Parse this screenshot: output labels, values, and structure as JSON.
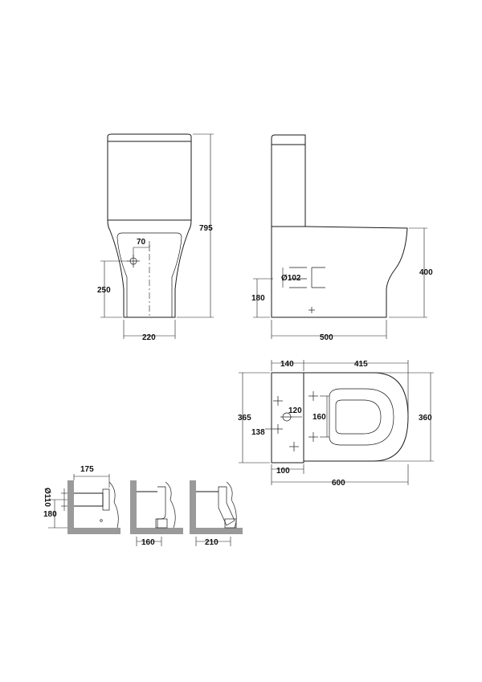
{
  "front_view": {
    "height_label": "795",
    "inlet_offset_label": "70",
    "inlet_height_label": "250",
    "base_width_label": "220"
  },
  "side_view": {
    "pan_height_label": "400",
    "outlet_diameter_label": "Ø102",
    "outlet_height_label": "180",
    "depth_label": "500"
  },
  "plan_view": {
    "cistern_depth_label": "140",
    "pan_length_label": "415",
    "cistern_width_label": "365",
    "pan_width_label": "360",
    "inlet_spacing_label": "120",
    "fixing_spacing_label": "160",
    "fixing_offset_label": "138",
    "outlet_offset_label": "100",
    "overall_length_label": "600"
  },
  "connectors": {
    "horizontal_projection_label": "175",
    "pipe_diameter_label": "Ø110",
    "pipe_height_label": "180",
    "vertical_offset_label": "160",
    "angled_offset_label": "210"
  }
}
